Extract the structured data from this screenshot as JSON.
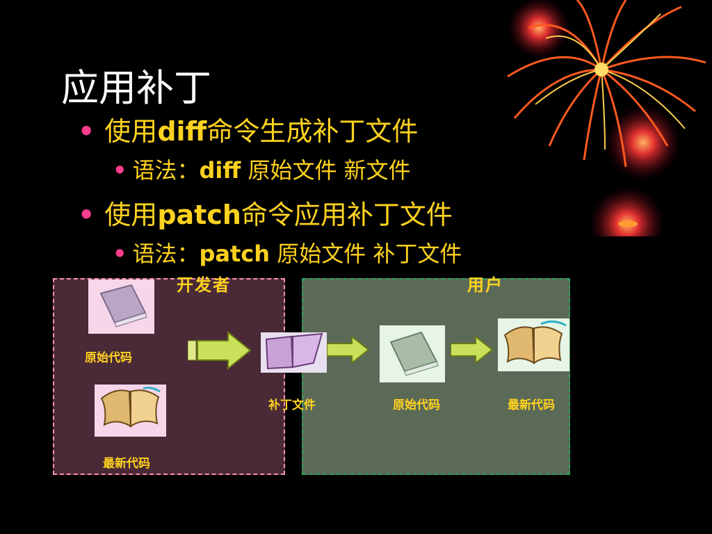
{
  "slide": {
    "title": "应用补丁",
    "bullets": [
      {
        "prefix": "使用",
        "keyword": "diff",
        "suffix": "命令生成补丁文件",
        "syntax": {
          "prefix": "语法：",
          "keyword": "diff",
          "suffix": "原始文件 新文件"
        }
      },
      {
        "prefix": "使用",
        "keyword": "patch",
        "suffix": "命令应用补丁文件",
        "syntax": {
          "prefix": "语法：",
          "keyword": "patch",
          "suffix": "原始文件 补丁文件"
        }
      }
    ]
  },
  "diagram": {
    "developer": {
      "title": "开发者",
      "original_label": "原始代码",
      "latest_label": "最新代码"
    },
    "user": {
      "title": "用户",
      "patch_label": "补丁文件",
      "original_label": "原始代码",
      "latest_label": "最新代码"
    }
  },
  "colors": {
    "text": "#ffd21f",
    "bullet_dot": "#ff3d8c",
    "developer_bg": "#4a2a36",
    "user_bg": "#5b6a57"
  }
}
